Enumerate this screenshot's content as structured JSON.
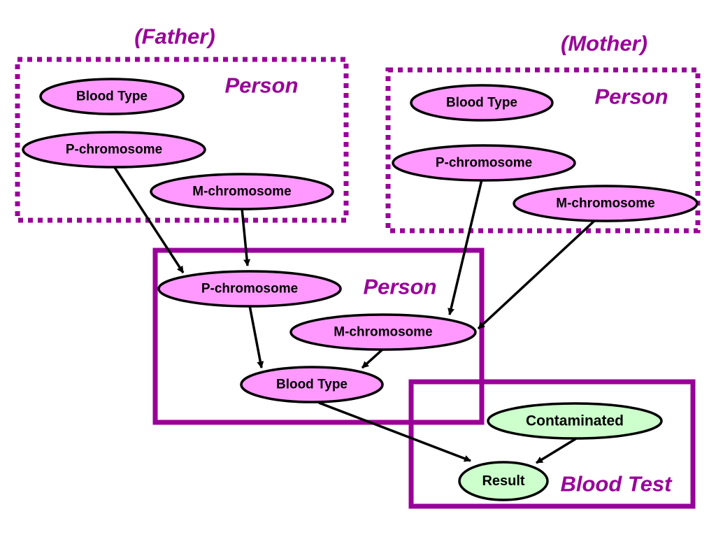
{
  "labels": {
    "father": "(Father)",
    "mother": "(Mother)",
    "person": "Person",
    "blood_test": "Blood Test"
  },
  "nodes": {
    "blood_type": "Blood Type",
    "p_chromosome": "P-chromosome",
    "m_chromosome": "M-chromosome",
    "contaminated": "Contaminated",
    "result": "Result"
  },
  "colors": {
    "plate_border": "#990099",
    "node_fill": "#ff99ff",
    "test_node_fill": "#ccffcc",
    "edge": "#000000"
  }
}
